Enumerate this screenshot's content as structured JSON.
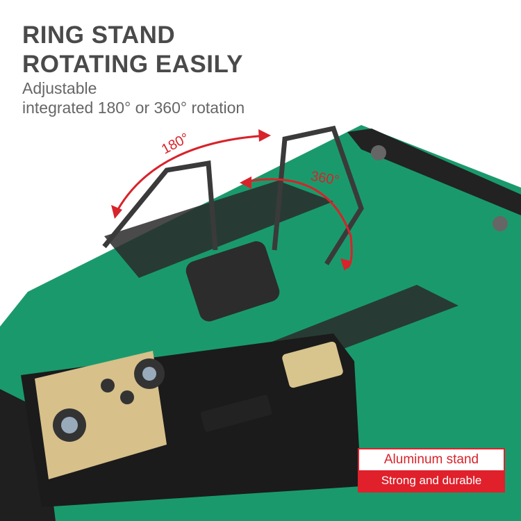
{
  "headline": {
    "line1": "RING STAND",
    "line2": "ROTATING EASILY"
  },
  "subtitle": {
    "line1": "Adjustable",
    "line2": "integrated 180° or 360° rotation"
  },
  "annotations": {
    "angle_a": "180°",
    "angle_b": "360°"
  },
  "badge": {
    "top": "Aluminum stand",
    "bottom": "Strong and durable"
  },
  "colors": {
    "case_green": "#1a9a6c",
    "accent_red": "#e0202b",
    "title_gray": "#4a4a4a"
  }
}
